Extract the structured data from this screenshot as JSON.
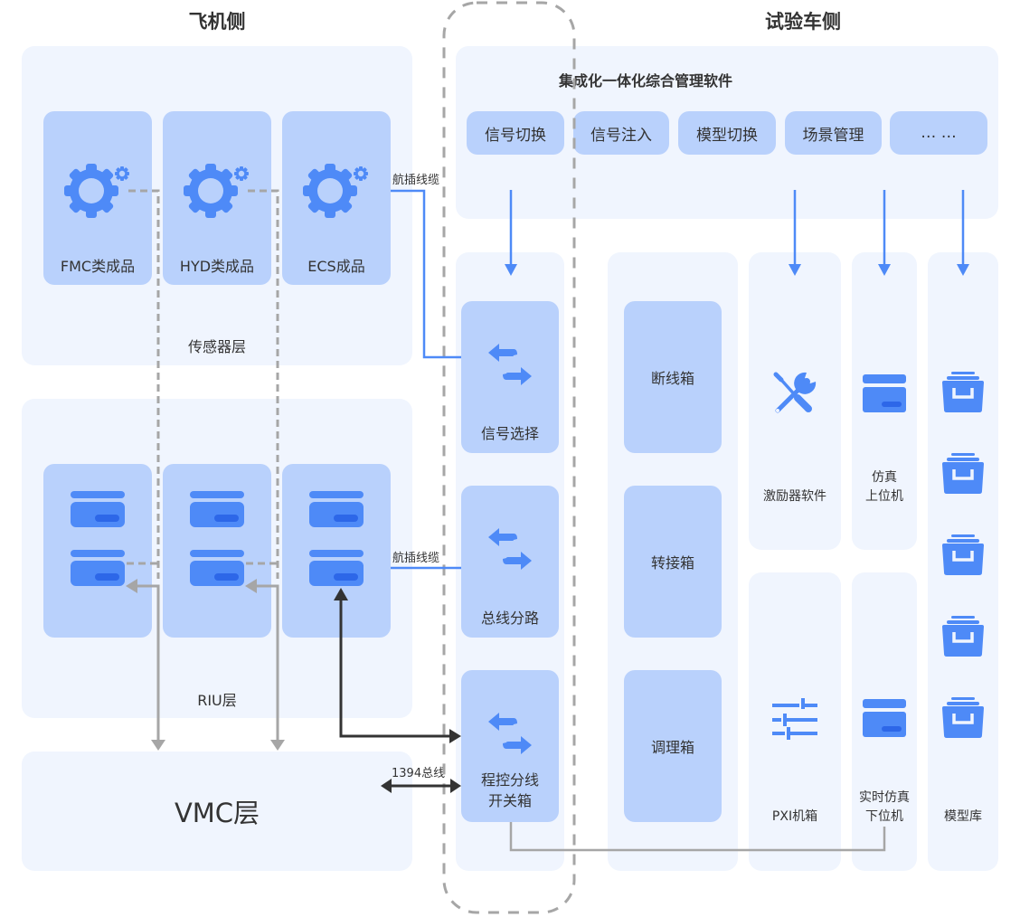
{
  "aircraft_side": {
    "title": "飞机侧",
    "sensor_layer": {
      "label": "传感器层",
      "items": [
        {
          "label": "FMC类成品",
          "icon": "gears-icon"
        },
        {
          "label": "HYD类成品",
          "icon": "gears-icon"
        },
        {
          "label": "ECS成品",
          "icon": "gears-icon"
        }
      ]
    },
    "riu_layer": {
      "label": "RIU层",
      "items": [
        {
          "icon": "server-icon"
        },
        {
          "icon": "server-icon"
        },
        {
          "icon": "server-icon"
        }
      ]
    },
    "vmc_layer": {
      "label": "VMC层"
    }
  },
  "test_vehicle_side": {
    "title": "试验车侧",
    "software": {
      "title": "集成化一体化综合管理软件",
      "modules": [
        "信号切换",
        "信号注入",
        "模型切换",
        "场景管理",
        "… …"
      ]
    },
    "switch_column": {
      "items": [
        {
          "label": "信号选择",
          "icon": "swap-arrows-icon"
        },
        {
          "label": "总线分路",
          "icon": "swap-arrows-icon"
        },
        {
          "label": "程控分线\n开关箱",
          "icon": "swap-arrows-icon"
        }
      ]
    },
    "box_column": {
      "items": [
        "断线箱",
        "转接箱",
        "调理箱"
      ]
    },
    "stimulator": {
      "label": "激励器软件",
      "icon": "tools-icon"
    },
    "pxi": {
      "label": "PXI机箱",
      "icon": "sliders-icon"
    },
    "sim_host": {
      "label": "仿真\n上位机",
      "icon": "archive-box-icon"
    },
    "rt_sim": {
      "label": "实时仿真\n下位机",
      "icon": "archive-box-icon"
    },
    "model_lib": {
      "label": "模型库",
      "icon_count": 5,
      "icon": "file-cabinet-icon"
    }
  },
  "connections": {
    "cable_1": "航插线缆",
    "cable_2": "航插线缆",
    "bus": "1394总线"
  },
  "colors": {
    "panel": "#f0f5fe",
    "card": "#b9d1fc",
    "accent": "#4e8af7",
    "accent_dark": "#2d67e8",
    "dark_line": "#333333",
    "gray_line": "#a6a6a6"
  }
}
